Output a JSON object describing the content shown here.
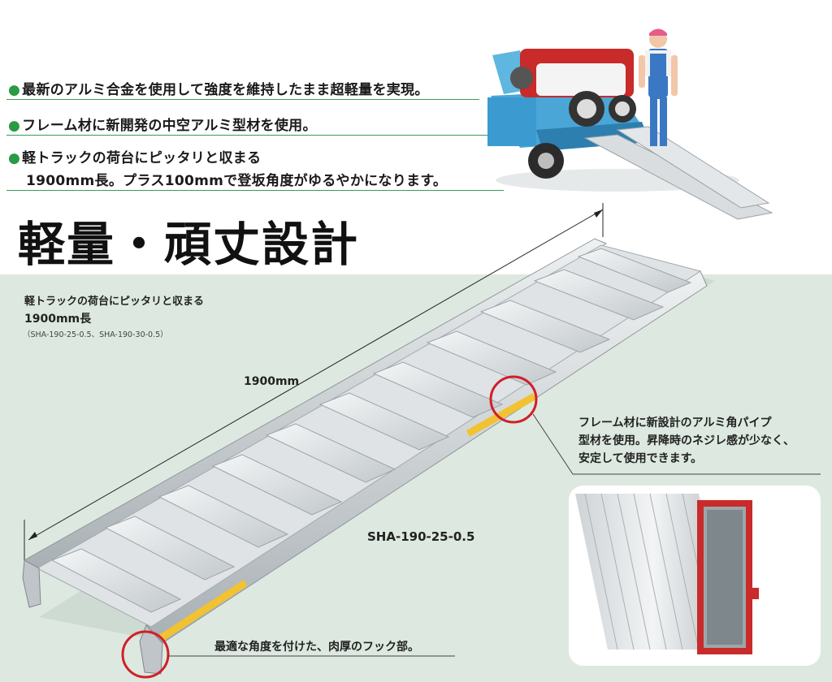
{
  "features": [
    {
      "bullet": "●",
      "text": "最新のアルミ合金を使用して強度を維持したまま超軽量を実現。"
    },
    {
      "bullet": "●",
      "text": "フレーム材に新開発の中空アルミ型材を使用。"
    },
    {
      "bullet": "●",
      "text": "軽トラックの荷台にピッタリと収まる"
    },
    {
      "bullet": "",
      "text": "1900mm長。プラス100mmで登坂角度がゆるやかになります。"
    }
  ],
  "heading": "軽量・頑丈設計",
  "length_note": {
    "line1": "軽トラックの荷台にピッタリと収まる",
    "line2": "1900mm長",
    "models": "（SHA-190-25-0.5、SHA-190-30-0.5）"
  },
  "dimension_label": "1900mm",
  "model_label": "SHA-190-25-0.5",
  "frame_note": {
    "line1": "フレーム材に新設計のアルミ角パイプ",
    "line2": "型材を使用。昇降時のネジレ感が少なく、",
    "line3": "安定して使用できます。"
  },
  "hook_note": "最適な角度を付けた、肉厚のフック部。",
  "colors": {
    "accent_green": "#2a9a45",
    "highlight_circle": "#d0202a",
    "background_bottom": "#dde9e0",
    "aluminum": "#c8cdd0"
  }
}
